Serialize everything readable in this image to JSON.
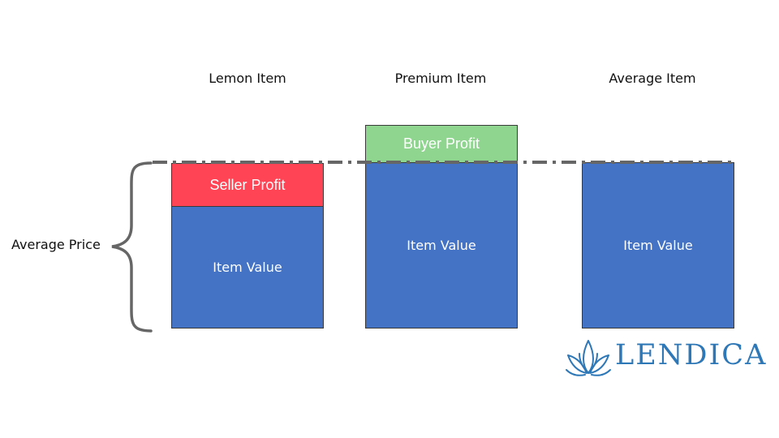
{
  "columns": [
    {
      "title": "Lemon Item",
      "top_label": "Seller Profit",
      "value_label": "Item Value"
    },
    {
      "title": "Premium Item",
      "top_label": "Buyer Profit",
      "value_label": "Item Value"
    },
    {
      "title": "Average Item",
      "value_label": "Item Value"
    }
  ],
  "average_price_label": "Average Price",
  "logo": {
    "text": "LENDICA",
    "color": "#2f78b7"
  },
  "colors": {
    "item_value": "#4472c4",
    "seller_profit": "#ff4455",
    "buyer_profit": "#8fd48f",
    "average_line": "#666666"
  }
}
